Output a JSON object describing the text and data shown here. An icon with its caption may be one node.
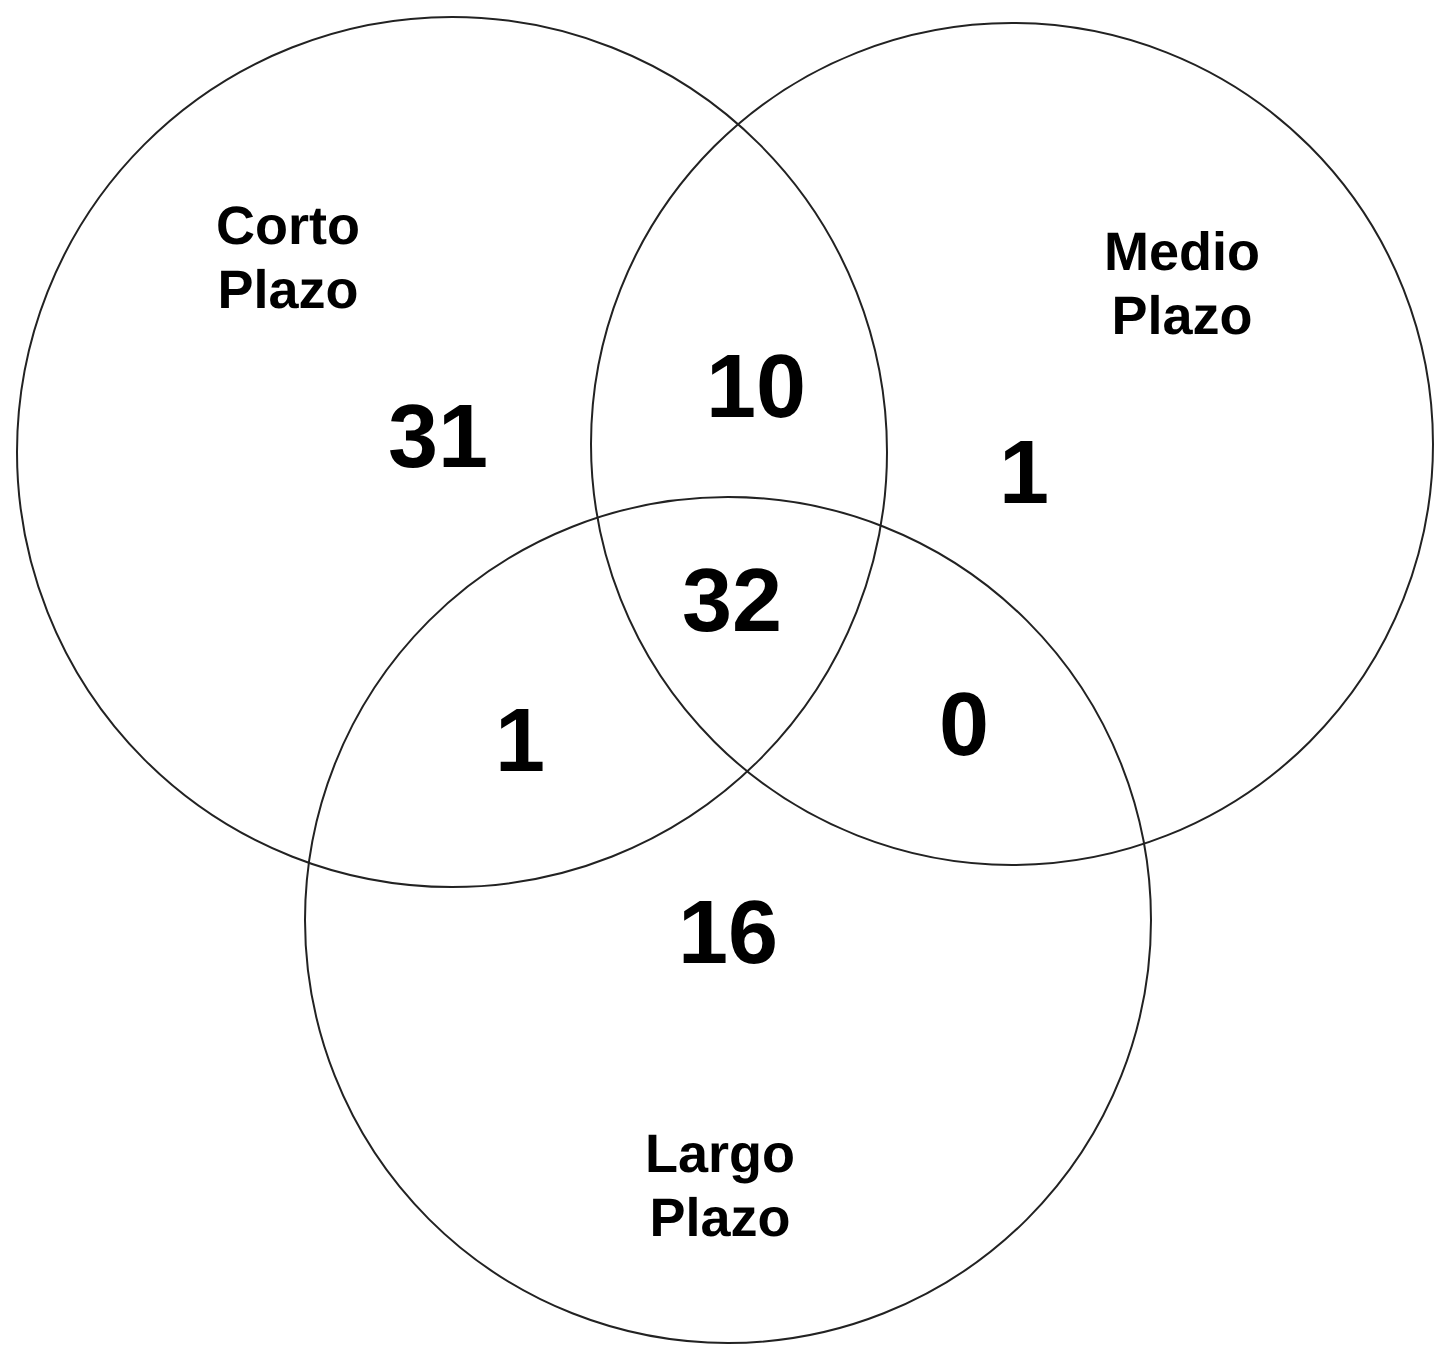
{
  "diagram": {
    "nodes": [
      {
        "text": [
          "Corto Plazo"
        ]
      },
      {
        "text": [
          "Medio Plazo"
        ]
      },
      {
        "text": [
          "Largo Plazo"
        ]
      }
    ],
    "labels": [
      "10",
      "31",
      "1",
      "32",
      "1",
      "0",
      "16"
    ]
  }
}
